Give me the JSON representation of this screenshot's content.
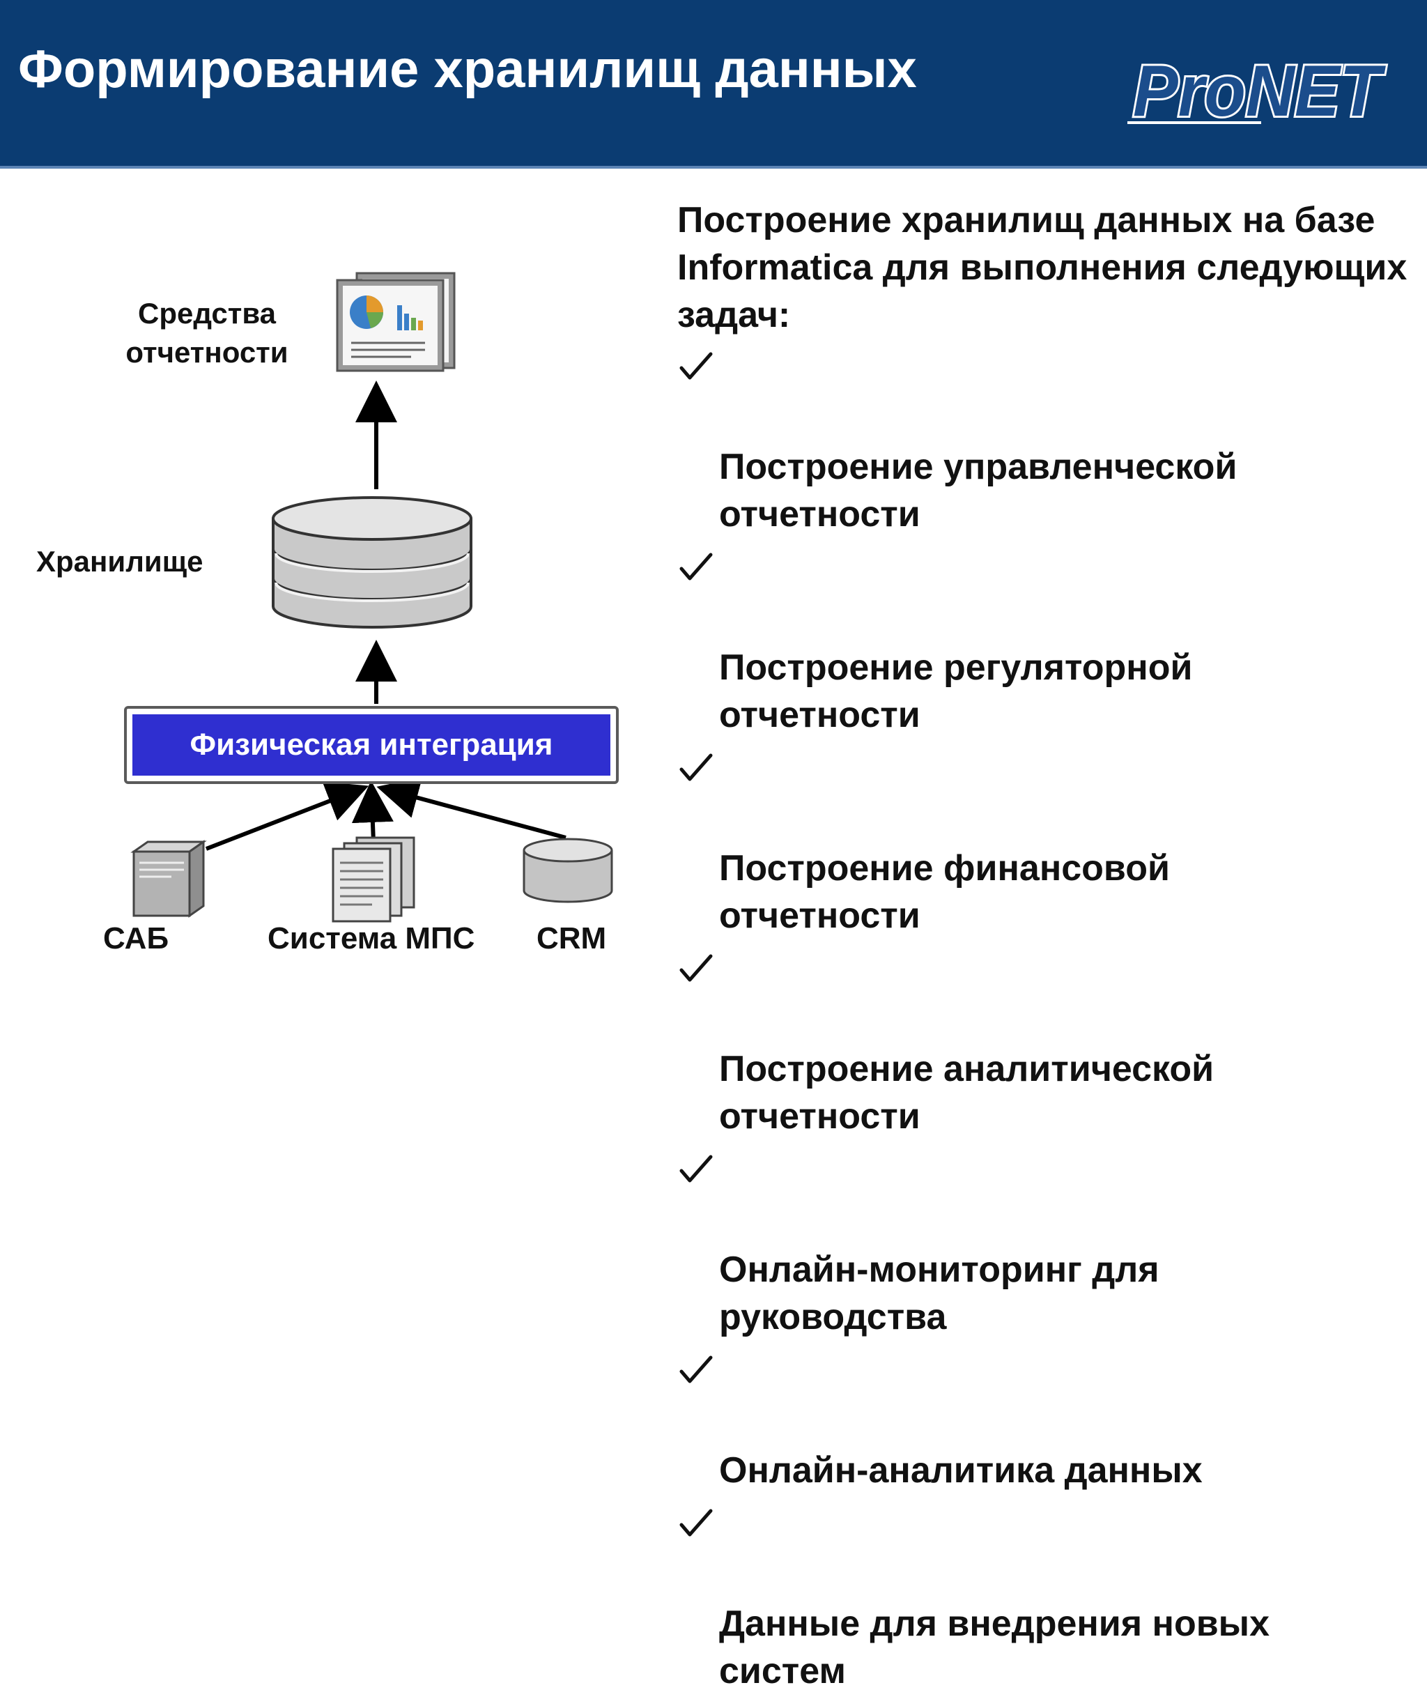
{
  "header": {
    "title": "Формирование хранилищ данных",
    "logo_text": "ProNET"
  },
  "diagram": {
    "reports_label": "Средства\nотчетности",
    "storage_label": "Хранилище",
    "integration_label": "Физическая интеграция",
    "sources": [
      {
        "label": "САБ",
        "icon": "server-icon"
      },
      {
        "label": "Система МПС",
        "icon": "documents-icon"
      },
      {
        "label": "CRM",
        "icon": "database-icon"
      }
    ]
  },
  "tasks": {
    "intro": "Построение хранилищ данных на базе Informatica для выполнения следующих задач:",
    "items": [
      "Построение управленческой\nотчетности",
      "Построение  регуляторной\nотчетности",
      "Построение финансовой\nотчетности",
      "Построение аналитической\nотчетности",
      "Онлайн-мониторинг для\nруководства",
      "Онлайн-аналитика данных",
      "Данные для внедрения новых\nсистем"
    ]
  },
  "colors": {
    "header_bg": "#0b3c72",
    "integration_fill": "#2f2fd0",
    "text": "#111111"
  }
}
